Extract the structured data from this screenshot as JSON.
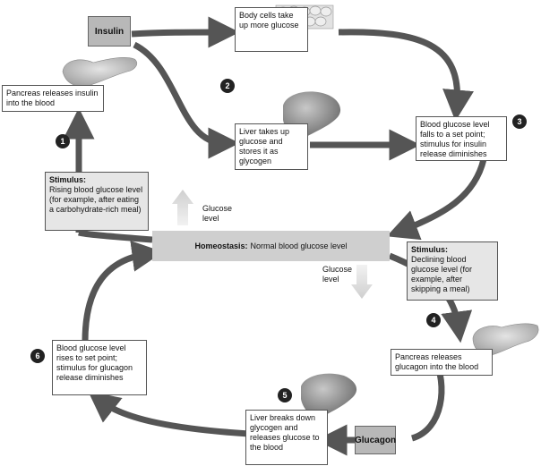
{
  "insulin_label": "Insulin",
  "glucagon_label": "Glucagon",
  "steps": {
    "s1": "1",
    "s2": "2",
    "s3": "3",
    "s4": "4",
    "s5": "5",
    "s6": "6"
  },
  "boxes": {
    "body_cells": "Body cells take up more glucose",
    "liver_takes": "Liver takes up glucose and stores it as glycogen",
    "pancreas_insulin": "Pancreas releases insulin into the blood",
    "bg_falls": "Blood glucose level falls to a set point; stimulus for insulin release diminishes",
    "stim_rising_title": "Stimulus:",
    "stim_rising_text": "Rising blood glucose level (for example, after eating a carbohydrate-rich meal)",
    "stim_declining_title": "Stimulus:",
    "stim_declining_text": "Declining blood glucose level (for example, after skipping a meal)",
    "pancreas_glucagon": "Pancreas releases glucagon into the blood",
    "liver_breaks": "Liver breaks down glycogen and releases glucose to the blood",
    "bg_rises": "Blood glucose level rises to set point; stimulus for glucagon release diminishes"
  },
  "homeostasis": {
    "title": "Homeostasis:",
    "text": "Normal blood glucose level"
  },
  "glucose_up": "Glucose level",
  "glucose_down": "Glucose level",
  "colors": {
    "arrow": "#555555",
    "tag": "#b8b8b8",
    "homeostasis": "#cfcfcf",
    "liver": "#8a8a8a",
    "pancreas": "#c4c4c4"
  }
}
